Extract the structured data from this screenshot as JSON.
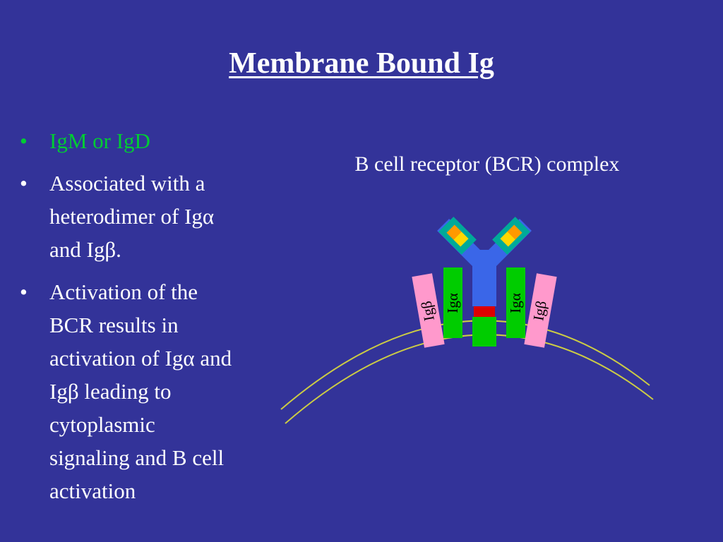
{
  "slide": {
    "title": "Membrane Bound Ig",
    "bullet_char": "•",
    "bullets": [
      {
        "lines": [
          "IgM or IgD"
        ]
      },
      {
        "lines": [
          "Associated with a",
          "heterodimer of Igα",
          "and Igβ."
        ]
      },
      {
        "lines": [
          "Activation of the",
          "BCR results in",
          "activation of Igα and",
          "Igβ leading to",
          "cytoplasmic",
          "signaling and B cell",
          "activation"
        ]
      }
    ],
    "caption": "B cell receptor (BCR) complex",
    "diagram_labels": {
      "left_beta": "Igβ",
      "left_alpha": "Igα",
      "right_alpha": "Igα",
      "right_beta": "Igβ"
    },
    "colors": {
      "background": "#333399",
      "title_text": "#FFFFFF",
      "body_text": "#FFFFFF",
      "first_bullet_text": "#00CC33",
      "antibody_blue": "#3A66E8",
      "arm_tip_teal": "#00AA99",
      "tip_gold_orange": "#FF9900",
      "tip_gold_yellow": "#FFD700",
      "red_segment": "#DD0000",
      "green_domain": "#00CC00",
      "pink_domain": "#FF99CC",
      "membrane_line": "#CCCC44"
    }
  }
}
